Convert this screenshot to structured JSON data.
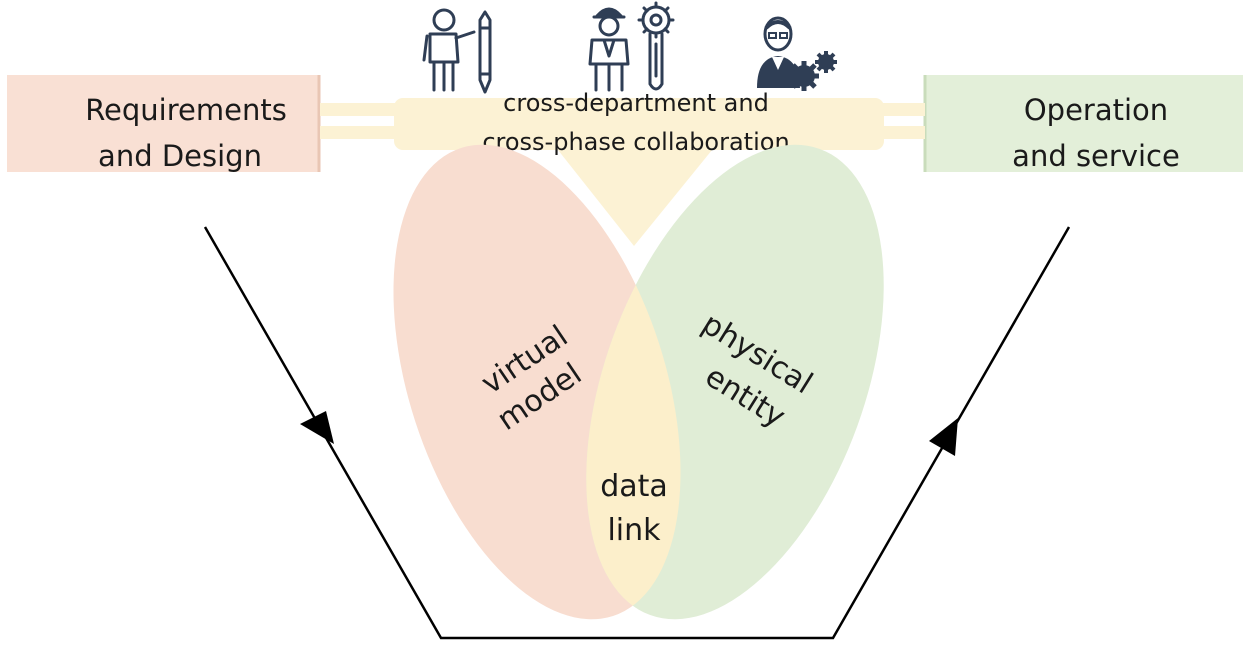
{
  "left_box": {
    "lines": [
      "Requirements",
      "and Design"
    ]
  },
  "right_box": {
    "lines": [
      "Operation",
      "and service"
    ]
  },
  "collab": {
    "lines": [
      "cross-department and",
      "cross-phase collaboration"
    ]
  },
  "virtual": {
    "lines": [
      "virtual",
      "model"
    ]
  },
  "physical": {
    "lines": [
      "physical",
      "entity"
    ]
  },
  "datalink": {
    "lines": [
      "data",
      "link"
    ]
  },
  "icons": [
    "designer-with-pencil-icon",
    "engineer-with-wrench-icon",
    "manager-with-gears-icon"
  ],
  "colors": {
    "left_box_fill": "#f9e0d4",
    "right_box_fill": "#e3efd9",
    "collab_fill": "#fcf2d4",
    "virtual_fill": "#f8ddd0",
    "physical_fill": "#e0edd6",
    "overlap_fill": "#fcefcb",
    "icon": "#2f3e55",
    "line": "#000000"
  }
}
